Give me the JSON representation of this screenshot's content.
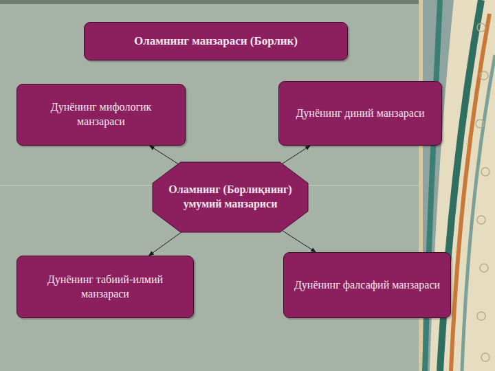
{
  "diagram": {
    "nodes": [
      {
        "text": [
          "Оламнинг манзараси (Борлик)"
        ]
      },
      {
        "text": [
          "Дунёнинг мифологик манзараси"
        ]
      },
      {
        "text": [
          "Дунёнинг диний манзараси"
        ]
      },
      {
        "text": [
          "Оламнинг (Борлиқнинг) умумий манзариси"
        ]
      },
      {
        "text": [
          "Дунёнинг табиий-илмий манзараси"
        ]
      },
      {
        "text": [
          "Дунёнинг фалсафий манзараси"
        ]
      }
    ],
    "edges": [
      {
        "from": 3,
        "to": 1,
        "arrow": "to"
      },
      {
        "from": 3,
        "to": 2,
        "arrow": "to"
      },
      {
        "from": 3,
        "to": 4,
        "arrow": "to"
      },
      {
        "from": 3,
        "to": 5,
        "arrow": "to"
      }
    ]
  }
}
